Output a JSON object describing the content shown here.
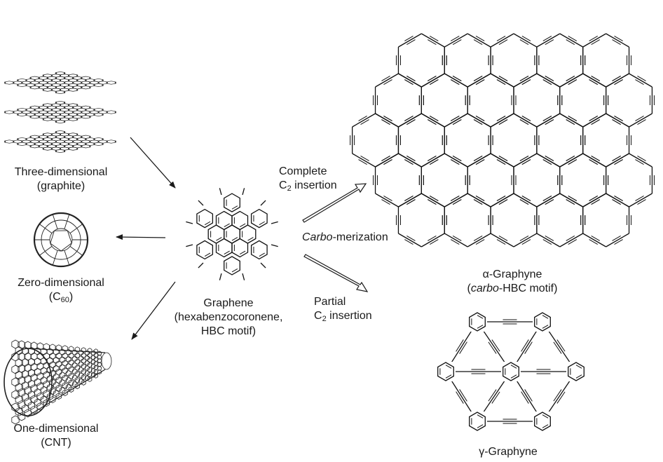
{
  "labels": {
    "graphite_1": "Three-dimensional",
    "graphite_2": "(graphite)",
    "c60_1": "Zero-dimensional",
    "c60_2_pre": "(C",
    "c60_2_sub": "60",
    "c60_2_post": ")",
    "cnt_1": "One-dimensional",
    "cnt_2": "(CNT)",
    "graphene_1": "Graphene",
    "graphene_2": "(hexabenzocoronene,",
    "graphene_3": "HBC motif)",
    "complete_1": "Complete",
    "complete_2_pre": "C",
    "complete_2_sub": "2",
    "complete_2_post": " insertion",
    "carbo_italic": "Carbo",
    "carbo_rest": "-merization",
    "partial_1": "Partial",
    "partial_2_pre": "C",
    "partial_2_sub": "2",
    "partial_2_post": " insertion",
    "alpha_1": "α-Graphyne",
    "alpha_2_open": "(",
    "alpha_2_italic": "carbo",
    "alpha_2_rest": "-HBC motif)",
    "gamma_1": "γ-Graphyne"
  },
  "colors": {
    "ink": "#1a1a1a",
    "background": "#ffffff"
  }
}
